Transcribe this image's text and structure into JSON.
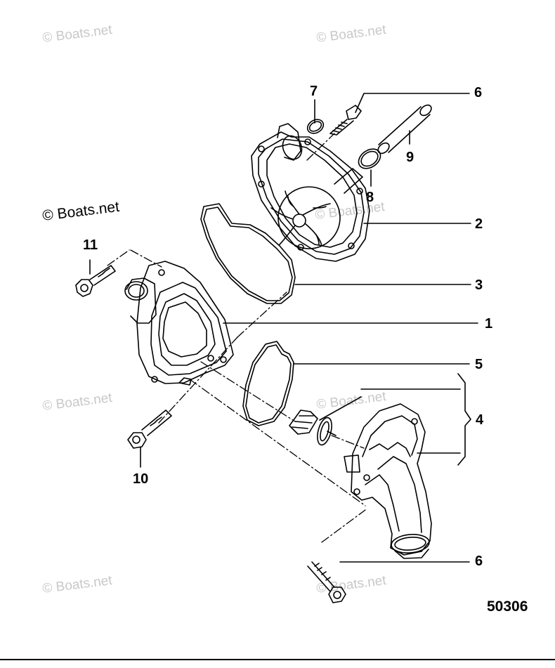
{
  "watermark": {
    "text": "© Boats.net"
  },
  "copyright": "© Boats.net",
  "diagram_id": "50306",
  "callouts": {
    "c1": "1",
    "c2": "2",
    "c3": "3",
    "c4": "4",
    "c5": "5",
    "c6_top": "6",
    "c6_bottom": "6",
    "c7": "7",
    "c8": "8",
    "c9": "9",
    "c10": "10",
    "c11": "11"
  }
}
